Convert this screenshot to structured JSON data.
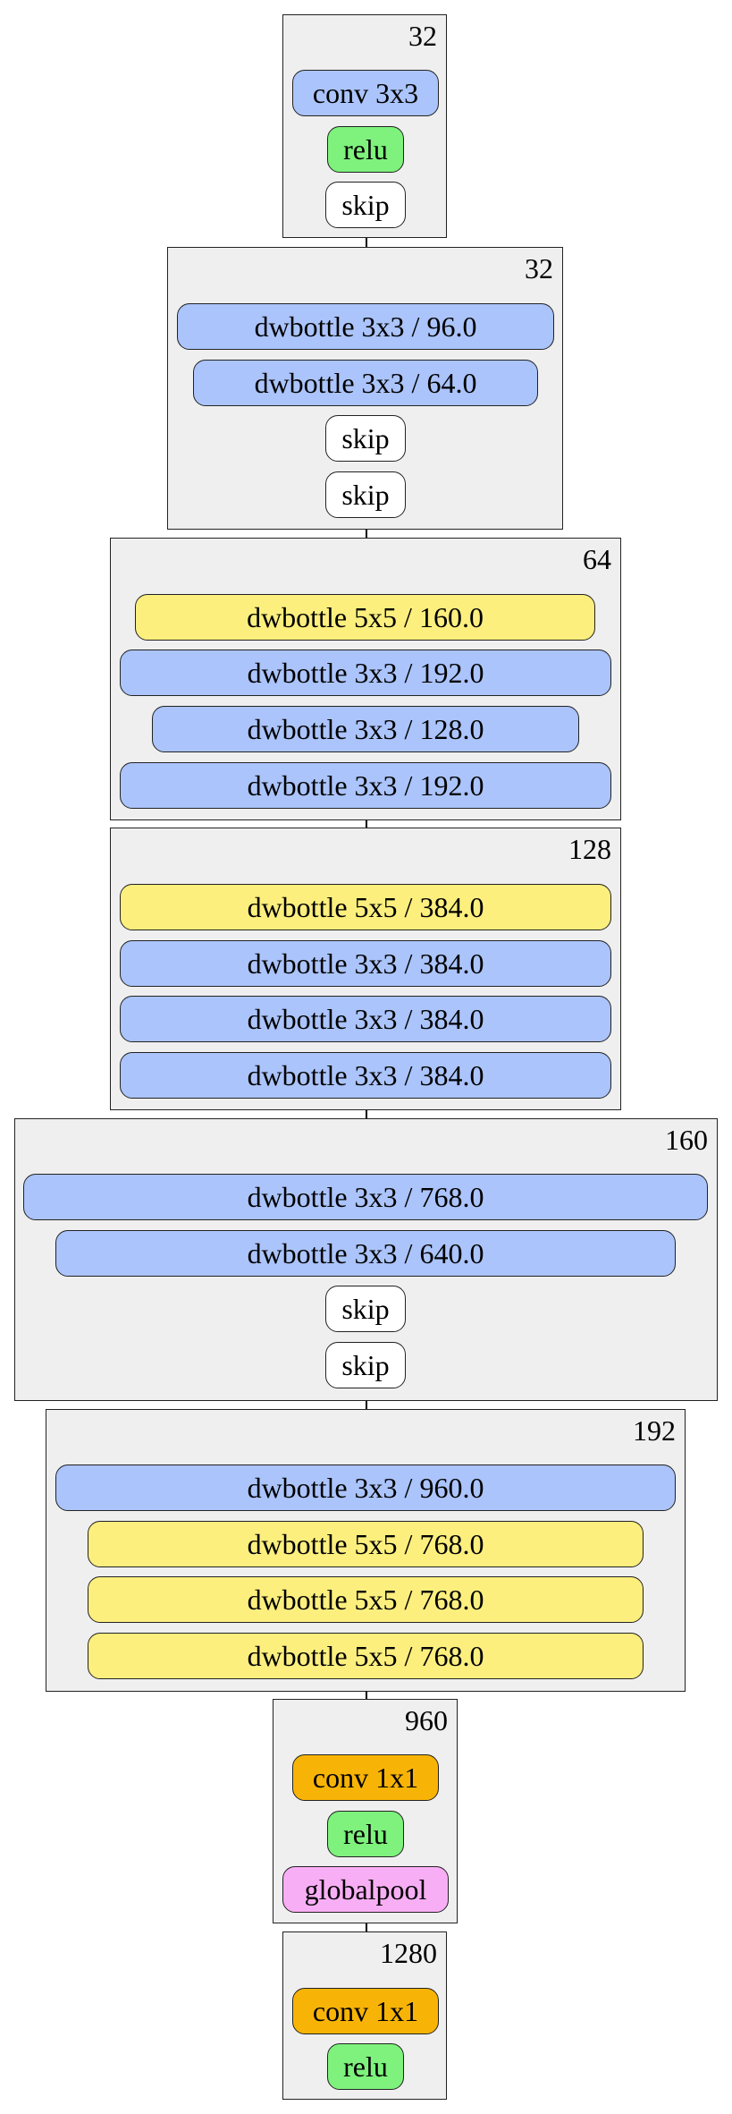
{
  "stages": [
    {
      "channels": "32",
      "ops": [
        {
          "label": "conv 3x3",
          "kind": "conv3"
        },
        {
          "label": "relu",
          "kind": "relu"
        },
        {
          "label": "skip",
          "kind": "skip"
        }
      ]
    },
    {
      "channels": "32",
      "ops": [
        {
          "label": "dwbottle 3x3 / 96.0",
          "kind": "dw3"
        },
        {
          "label": "dwbottle 3x3 / 64.0",
          "kind": "dw3"
        },
        {
          "label": "skip",
          "kind": "skip"
        },
        {
          "label": "skip",
          "kind": "skip"
        }
      ]
    },
    {
      "channels": "64",
      "ops": [
        {
          "label": "dwbottle 5x5 / 160.0",
          "kind": "dw5"
        },
        {
          "label": "dwbottle 3x3 / 192.0",
          "kind": "dw3"
        },
        {
          "label": "dwbottle 3x3 / 128.0",
          "kind": "dw3"
        },
        {
          "label": "dwbottle 3x3 / 192.0",
          "kind": "dw3"
        }
      ]
    },
    {
      "channels": "128",
      "ops": [
        {
          "label": "dwbottle 5x5 / 384.0",
          "kind": "dw5"
        },
        {
          "label": "dwbottle 3x3 / 384.0",
          "kind": "dw3"
        },
        {
          "label": "dwbottle 3x3 / 384.0",
          "kind": "dw3"
        },
        {
          "label": "dwbottle 3x3 / 384.0",
          "kind": "dw3"
        }
      ]
    },
    {
      "channels": "160",
      "ops": [
        {
          "label": "dwbottle 3x3 / 768.0",
          "kind": "dw3"
        },
        {
          "label": "dwbottle 3x3 / 640.0",
          "kind": "dw3"
        },
        {
          "label": "skip",
          "kind": "skip"
        },
        {
          "label": "skip",
          "kind": "skip"
        }
      ]
    },
    {
      "channels": "192",
      "ops": [
        {
          "label": "dwbottle 3x3 / 960.0",
          "kind": "dw3"
        },
        {
          "label": "dwbottle 5x5 / 768.0",
          "kind": "dw5"
        },
        {
          "label": "dwbottle 5x5 / 768.0",
          "kind": "dw5"
        },
        {
          "label": "dwbottle 5x5 / 768.0",
          "kind": "dw5"
        }
      ]
    },
    {
      "channels": "960",
      "ops": [
        {
          "label": "conv 1x1",
          "kind": "conv1"
        },
        {
          "label": "relu",
          "kind": "relu"
        },
        {
          "label": "globalpool",
          "kind": "pool"
        }
      ]
    },
    {
      "channels": "1280",
      "ops": [
        {
          "label": "conv 1x1",
          "kind": "conv1"
        },
        {
          "label": "relu",
          "kind": "relu"
        }
      ]
    }
  ]
}
